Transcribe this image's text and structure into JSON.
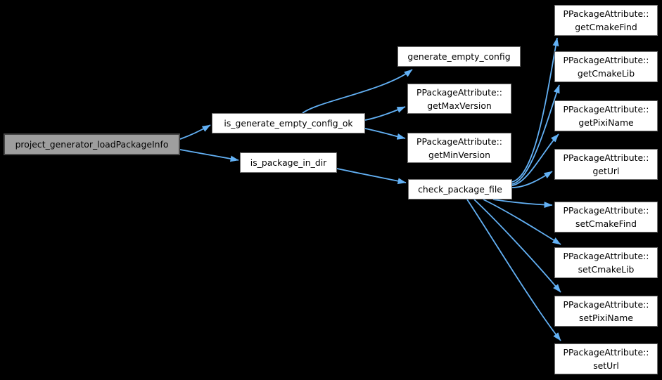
{
  "diagram": {
    "type": "call-graph",
    "background_color": "#000000",
    "edge_color": "#63b1f5",
    "node_fill": "#ffffff",
    "node_border": "#707070",
    "node_text_color": "#000000",
    "current_node_fill": "#9e9e9e",
    "current_node_border": "#474747"
  },
  "nodes": [
    {
      "id": "project_generator_loadPackageInfo",
      "label": "project_generator_loadPackageInfo",
      "current": true
    },
    {
      "id": "is_generate_empty_config_ok",
      "label": "is_generate_empty_config_ok"
    },
    {
      "id": "is_package_in_dir",
      "label": "is_package_in_dir"
    },
    {
      "id": "generate_empty_config",
      "label": "generate_empty_config"
    },
    {
      "id": "PPackageAttribute::getMaxVersion",
      "label": "PPackageAttribute::\ngetMaxVersion"
    },
    {
      "id": "PPackageAttribute::getMinVersion",
      "label": "PPackageAttribute::\ngetMinVersion"
    },
    {
      "id": "check_package_file",
      "label": "check_package_file"
    },
    {
      "id": "PPackageAttribute::getCmakeFind",
      "label": "PPackageAttribute::\ngetCmakeFind"
    },
    {
      "id": "PPackageAttribute::getCmakeLib",
      "label": "PPackageAttribute::\ngetCmakeLib"
    },
    {
      "id": "PPackageAttribute::getPixiName",
      "label": "PPackageAttribute::\ngetPixiName"
    },
    {
      "id": "PPackageAttribute::getUrl",
      "label": "PPackageAttribute::\ngetUrl"
    },
    {
      "id": "PPackageAttribute::setCmakeFind",
      "label": "PPackageAttribute::\nsetCmakeFind"
    },
    {
      "id": "PPackageAttribute::setCmakeLib",
      "label": "PPackageAttribute::\nsetCmakeLib"
    },
    {
      "id": "PPackageAttribute::setPixiName",
      "label": "PPackageAttribute::\nsetPixiName"
    },
    {
      "id": "PPackageAttribute::setUrl",
      "label": "PPackageAttribute::\nsetUrl"
    }
  ],
  "edges": [
    {
      "from": "project_generator_loadPackageInfo",
      "to": "is_generate_empty_config_ok"
    },
    {
      "from": "project_generator_loadPackageInfo",
      "to": "is_package_in_dir"
    },
    {
      "from": "is_generate_empty_config_ok",
      "to": "generate_empty_config"
    },
    {
      "from": "is_generate_empty_config_ok",
      "to": "PPackageAttribute::getMaxVersion"
    },
    {
      "from": "is_generate_empty_config_ok",
      "to": "PPackageAttribute::getMinVersion"
    },
    {
      "from": "is_package_in_dir",
      "to": "check_package_file"
    },
    {
      "from": "check_package_file",
      "to": "PPackageAttribute::getCmakeFind"
    },
    {
      "from": "check_package_file",
      "to": "PPackageAttribute::getCmakeLib"
    },
    {
      "from": "check_package_file",
      "to": "PPackageAttribute::getPixiName"
    },
    {
      "from": "check_package_file",
      "to": "PPackageAttribute::getUrl"
    },
    {
      "from": "check_package_file",
      "to": "PPackageAttribute::setCmakeFind"
    },
    {
      "from": "check_package_file",
      "to": "PPackageAttribute::setCmakeLib"
    },
    {
      "from": "check_package_file",
      "to": "PPackageAttribute::setPixiName"
    },
    {
      "from": "check_package_file",
      "to": "PPackageAttribute::setUrl"
    }
  ]
}
